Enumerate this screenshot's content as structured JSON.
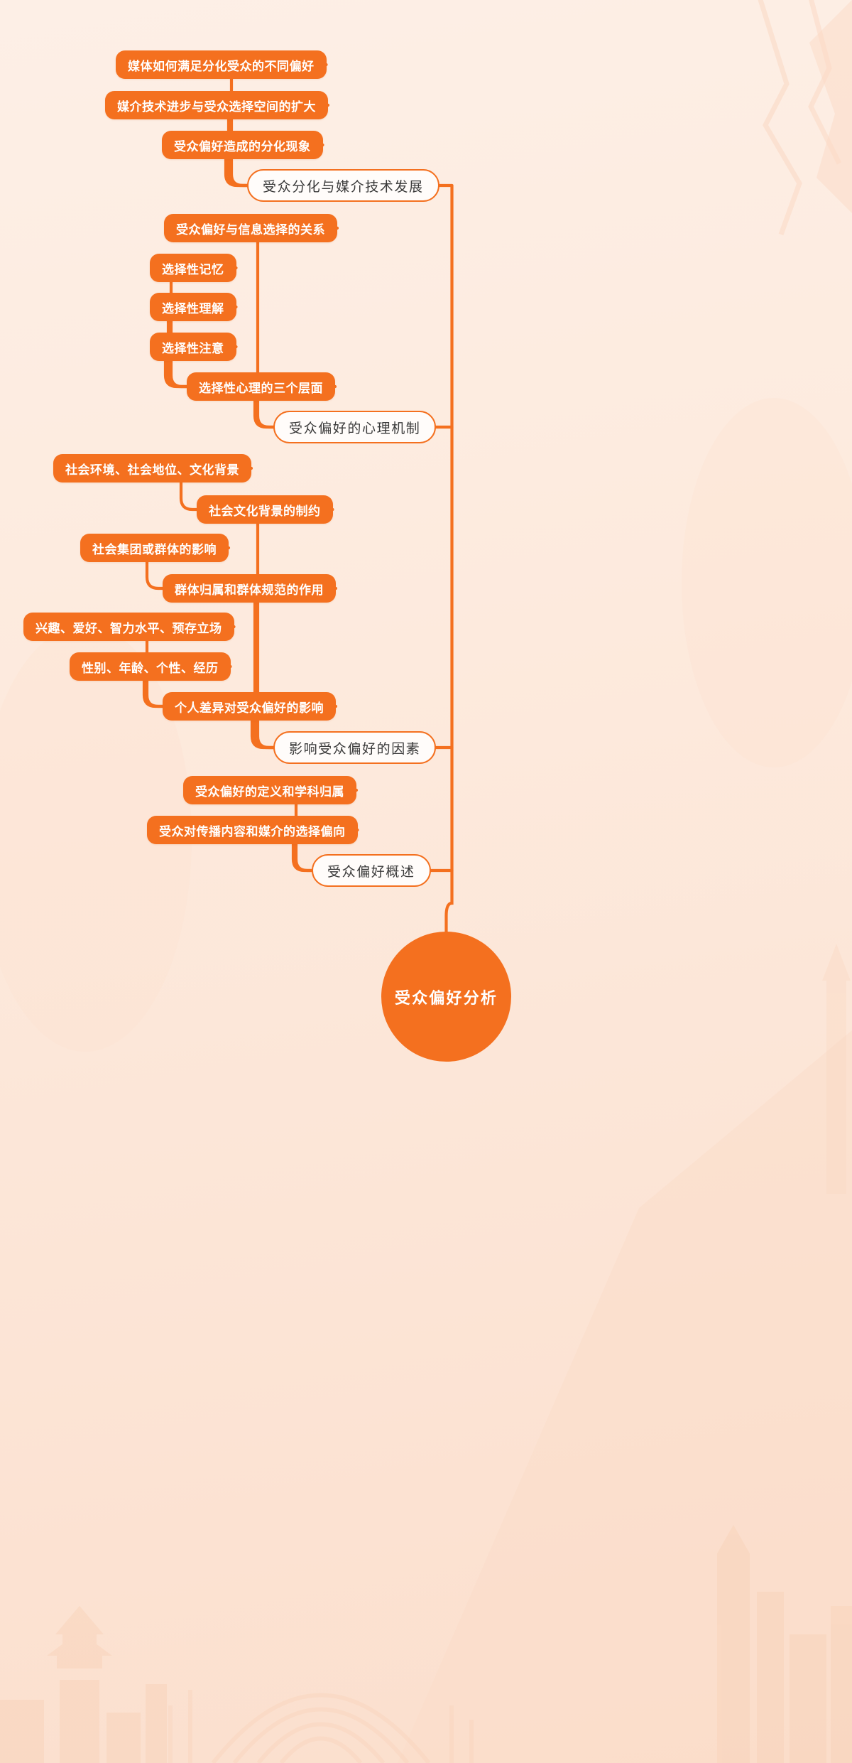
{
  "theme": {
    "accent": "#F4701F",
    "node_text_on_accent": "#FFFFFF",
    "branch_fill": "#FFFCFA",
    "branch_text": "#3A3A3A",
    "background_from": "#FDEFE6",
    "background_to": "#FBDFCD"
  },
  "root": {
    "label": "受众偏好分析"
  },
  "branches": [
    {
      "label": "受众分化与媒介技术发展",
      "children": [
        {
          "label": "媒体如何满足分化受众的不同偏好"
        },
        {
          "label": "媒介技术进步与受众选择空间的扩大"
        },
        {
          "label": "受众偏好造成的分化现象"
        }
      ]
    },
    {
      "label": "受众偏好的心理机制",
      "children": [
        {
          "label": "受众偏好与信息选择的关系"
        },
        {
          "label": "选择性心理的三个层面",
          "children": [
            {
              "label": "选择性记忆"
            },
            {
              "label": "选择性理解"
            },
            {
              "label": "选择性注意"
            }
          ]
        }
      ]
    },
    {
      "label": "影响受众偏好的因素",
      "children": [
        {
          "label": "社会文化背景的制约",
          "children": [
            {
              "label": "社会环境、社会地位、文化背景"
            }
          ]
        },
        {
          "label": "群体归属和群体规范的作用",
          "children": [
            {
              "label": "社会集团或群体的影响"
            }
          ]
        },
        {
          "label": "个人差异对受众偏好的影响",
          "children": [
            {
              "label": "兴趣、爱好、智力水平、预存立场"
            },
            {
              "label": "性别、年龄、个性、经历"
            }
          ]
        }
      ]
    },
    {
      "label": "受众偏好概述",
      "children": [
        {
          "label": "受众偏好的定义和学科归属"
        },
        {
          "label": "受众对传播内容和媒介的选择偏向"
        }
      ]
    }
  ],
  "nodes": {
    "n01": "媒体如何满足分化受众的不同偏好",
    "n02": "媒介技术进步与受众选择空间的扩大",
    "n03": "受众偏好造成的分化现象",
    "b1": "受众分化与媒介技术发展",
    "n04": "受众偏好与信息选择的关系",
    "n05": "选择性记忆",
    "n06": "选择性理解",
    "n07": "选择性注意",
    "n08": "选择性心理的三个层面",
    "b2": "受众偏好的心理机制",
    "n09": "社会环境、社会地位、文化背景",
    "n10": "社会文化背景的制约",
    "n11": "社会集团或群体的影响",
    "n12": "群体归属和群体规范的作用",
    "n13": "兴趣、爱好、智力水平、预存立场",
    "n14": "性别、年龄、个性、经历",
    "n15": "个人差异对受众偏好的影响",
    "b3": "影响受众偏好的因素",
    "n16": "受众偏好的定义和学科归属",
    "n17": "受众对传播内容和媒介的选择偏向",
    "b4": "受众偏好概述",
    "root": "受众偏好分析"
  }
}
